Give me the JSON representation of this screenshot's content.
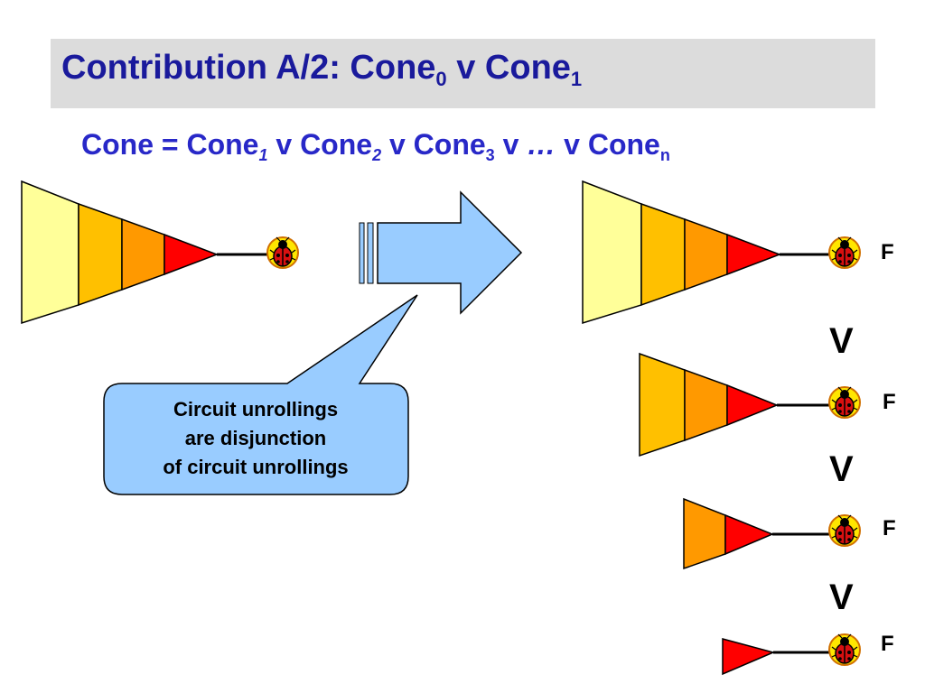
{
  "title": {
    "text": "Contribution A/2: Cone",
    "sub0": "0",
    "mid": " v Cone",
    "sub1": "1"
  },
  "subtitle": {
    "p1": "Cone = Cone",
    "s1": "1",
    "p2": " v Cone",
    "s2": "2",
    "p3": " v Cone",
    "s3": "3",
    "p4": " v ",
    "ellipsis": "…",
    "p5": " v Cone",
    "sn": "n"
  },
  "callout": {
    "lines": [
      "Circuit unrollings",
      "are disjunction",
      "of circuit unrollings"
    ]
  },
  "operators": [
    "V",
    "V",
    "V"
  ],
  "outputs": [
    "F",
    "F",
    "F",
    "F"
  ],
  "colors": {
    "band_1": "#ffff99",
    "band_2": "#ffc000",
    "band_3": "#ff9900",
    "band_4": "#ff0000",
    "arrow": "#99ccff",
    "callout": "#99ccff",
    "title_text": "#1a1a9c",
    "subtitle_text": "#2828c8",
    "title_bar": "#dcdcdc"
  },
  "icons": {
    "bug": "ladybug-icon",
    "arrow": "right-arrow-icon"
  }
}
